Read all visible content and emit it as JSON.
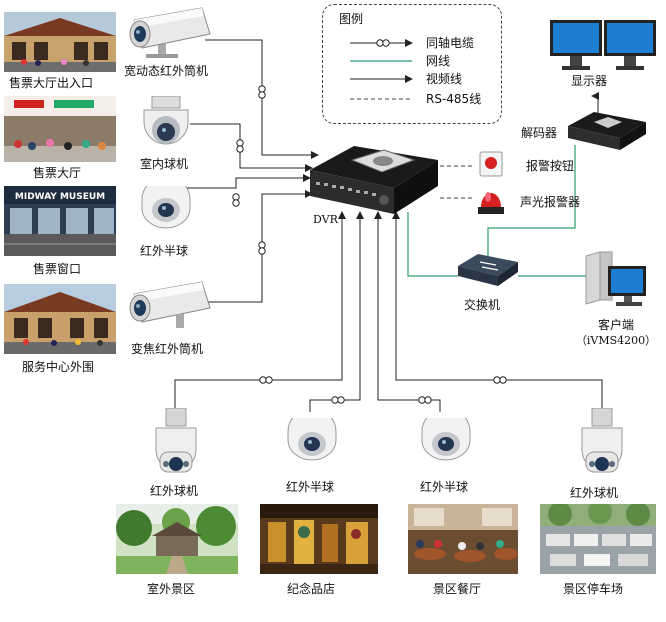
{
  "legend": {
    "title": "图例",
    "items": [
      {
        "label": "同轴电缆"
      },
      {
        "label": "网线"
      },
      {
        "label": "视频线"
      },
      {
        "label": "RS-485线"
      }
    ]
  },
  "left_scenes": [
    {
      "label": "售票大厅出入口"
    },
    {
      "label": "售票大厅"
    },
    {
      "label": "售票窗口",
      "sign_text": "MIDWAY MUSEUM"
    },
    {
      "label": "服务中心外围"
    }
  ],
  "left_cameras": [
    {
      "label": "宽动态红外筒机"
    },
    {
      "label": "室内球机"
    },
    {
      "label": "红外半球"
    },
    {
      "label": "变焦红外筒机"
    }
  ],
  "center": {
    "dvr_label": "DVR"
  },
  "right_devices": {
    "monitor_label": "显示器",
    "decoder_label": "解码器",
    "alarm_button_label": "报警按钮",
    "siren_label": "声光报警器",
    "switch_label": "交换机",
    "client_label": "客户端",
    "client_sublabel": "（iVMS4200）"
  },
  "bottom_cameras": [
    {
      "label": "红外球机"
    },
    {
      "label": "红外半球"
    },
    {
      "label": "红外半球"
    },
    {
      "label": "红外球机"
    }
  ],
  "bottom_scenes": [
    {
      "label": "室外景区"
    },
    {
      "label": "纪念品店"
    },
    {
      "label": "景区餐厅"
    },
    {
      "label": "景区停车场"
    }
  ],
  "colors": {
    "coax": "#333333",
    "network": "#2e9e6a",
    "video": "#222222",
    "rs485": "#444444",
    "monitor_screen": "#1d7fd1",
    "alarm_red": "#d42020"
  }
}
